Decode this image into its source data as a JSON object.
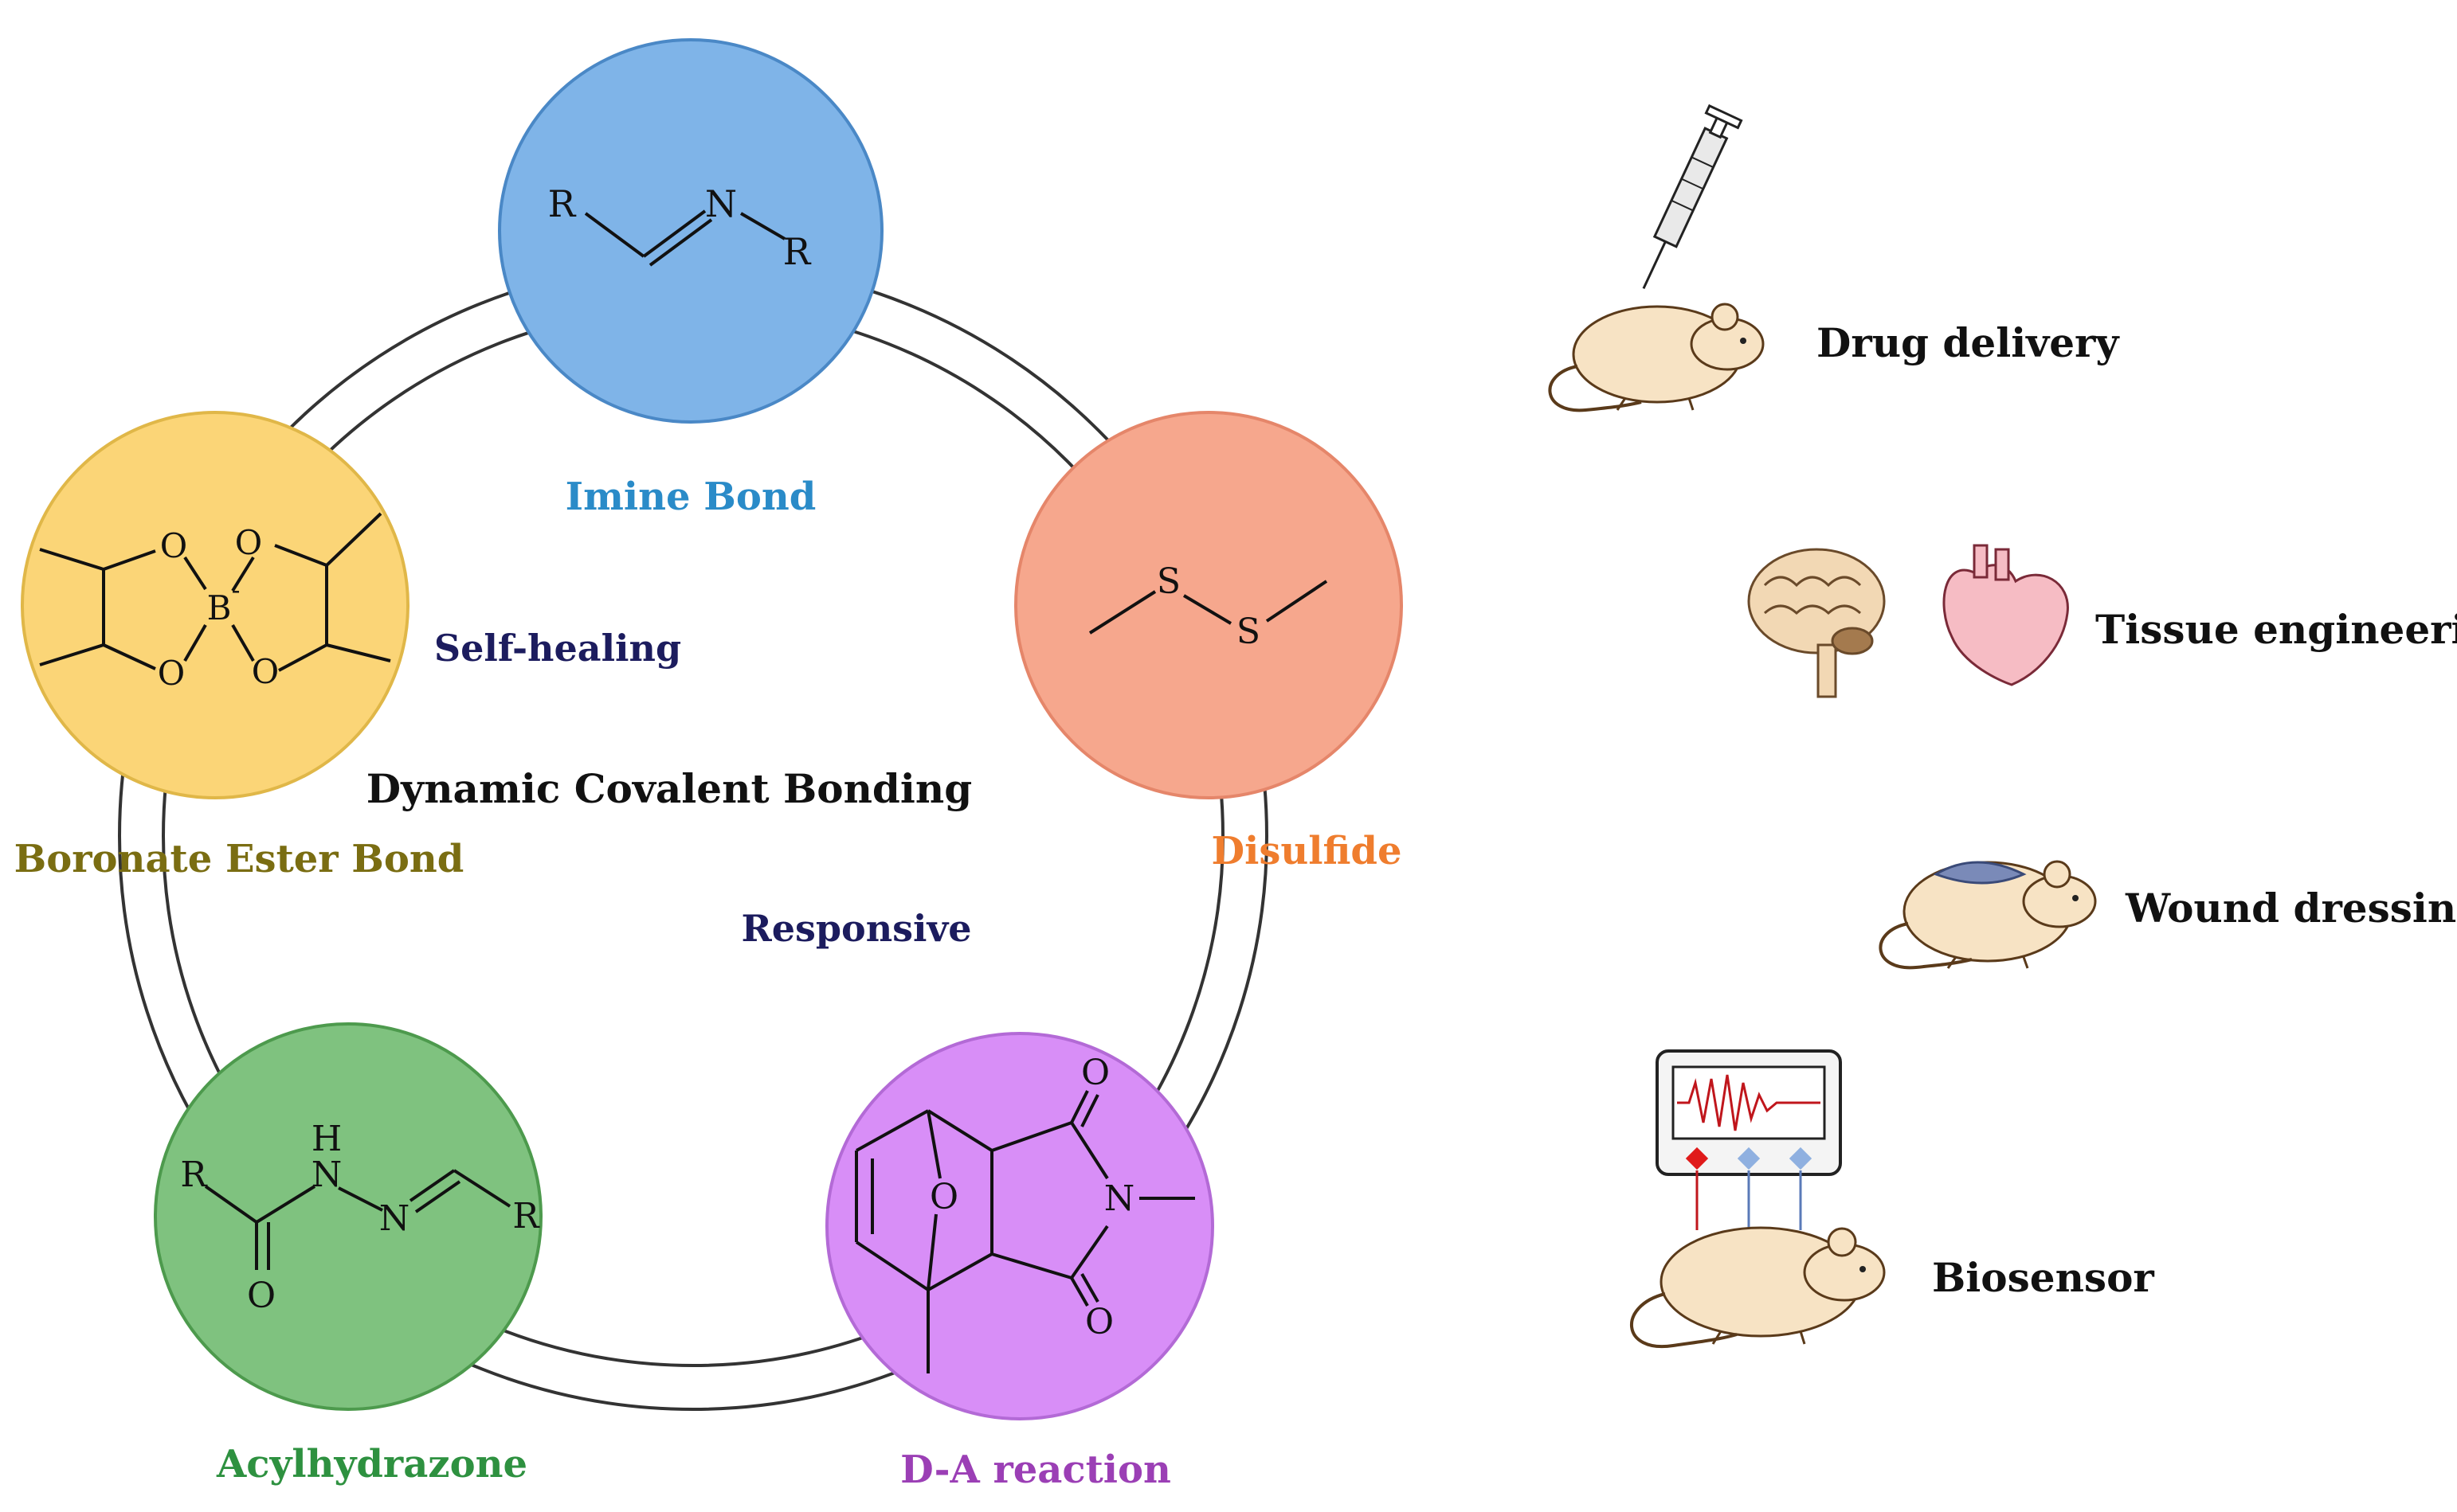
{
  "center": {
    "title": "Dynamic Covalent Bonding",
    "self_healing": "Self-healing",
    "responsive": "Responsive"
  },
  "bonds": {
    "imine": {
      "label": "Imine Bond",
      "color": "#7fb4e8",
      "label_color": "#2a8bc8"
    },
    "disulfide": {
      "label": "Disulfide",
      "color": "#f6a78d",
      "label_color": "#ef7d2e"
    },
    "da": {
      "label": "D-A reaction",
      "color": "#d88ef7",
      "label_color": "#9b3fb5"
    },
    "acylhydrazone": {
      "label": "Acylhydrazone",
      "color": "#7fc27f",
      "label_color": "#2e9140"
    },
    "boronate": {
      "label": "Boronate Ester Bond",
      "color": "#fbd577",
      "label_color": "#7a6d12"
    }
  },
  "atoms": {
    "R": "R",
    "N": "N",
    "S": "S",
    "O": "O",
    "B": "B",
    "H": "H",
    "minus": "-"
  },
  "applications": [
    {
      "label": "Drug delivery",
      "icon": "mouse-syringe-icon"
    },
    {
      "label": "Tissue engineering",
      "icon": "brain-heart-icon"
    },
    {
      "label": "Wound dressing",
      "icon": "mouse-wound-icon"
    },
    {
      "label": "Biosensor",
      "icon": "mouse-monitor-icon"
    }
  ],
  "colors": {
    "center_text": "#1c1c5e",
    "app_text": "#111111",
    "ring": "#333333"
  }
}
